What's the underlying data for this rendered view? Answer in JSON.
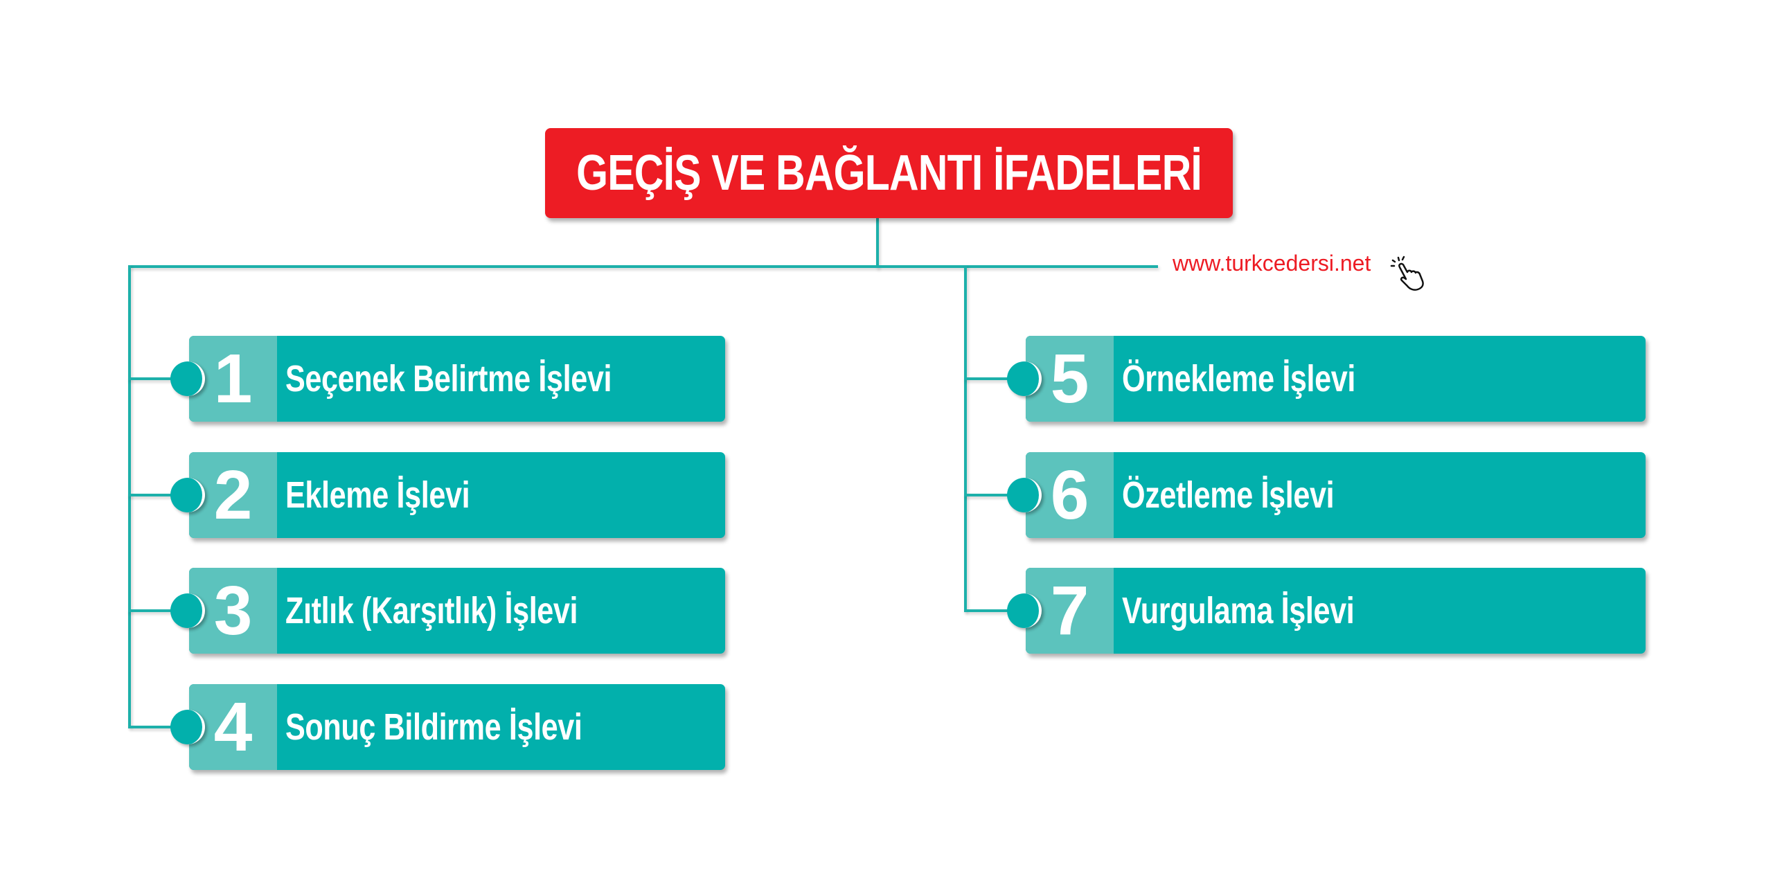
{
  "title": "GEÇİŞ VE BAĞLANTI İFADELERİ",
  "website": "www.turkcedersi.net",
  "colors": {
    "title_bg": "#ed1c24",
    "item_bg": "#02b0ac",
    "number_bg": "#5cc3bd",
    "line": "#1db0aa",
    "url": "#ed1c24"
  },
  "left_items": [
    {
      "number": "1",
      "label": "Seçenek Belirtme İşlevi"
    },
    {
      "number": "2",
      "label": "Ekleme İşlevi"
    },
    {
      "number": "3",
      "label": "Zıtlık (Karşıtlık) İşlevi"
    },
    {
      "number": "4",
      "label": "Sonuç Bildirme İşlevi"
    }
  ],
  "right_items": [
    {
      "number": "5",
      "label": "Örnekleme İşlevi"
    },
    {
      "number": "6",
      "label": "Özetleme İşlevi"
    },
    {
      "number": "7",
      "label": "Vurgulama İşlevi"
    }
  ]
}
